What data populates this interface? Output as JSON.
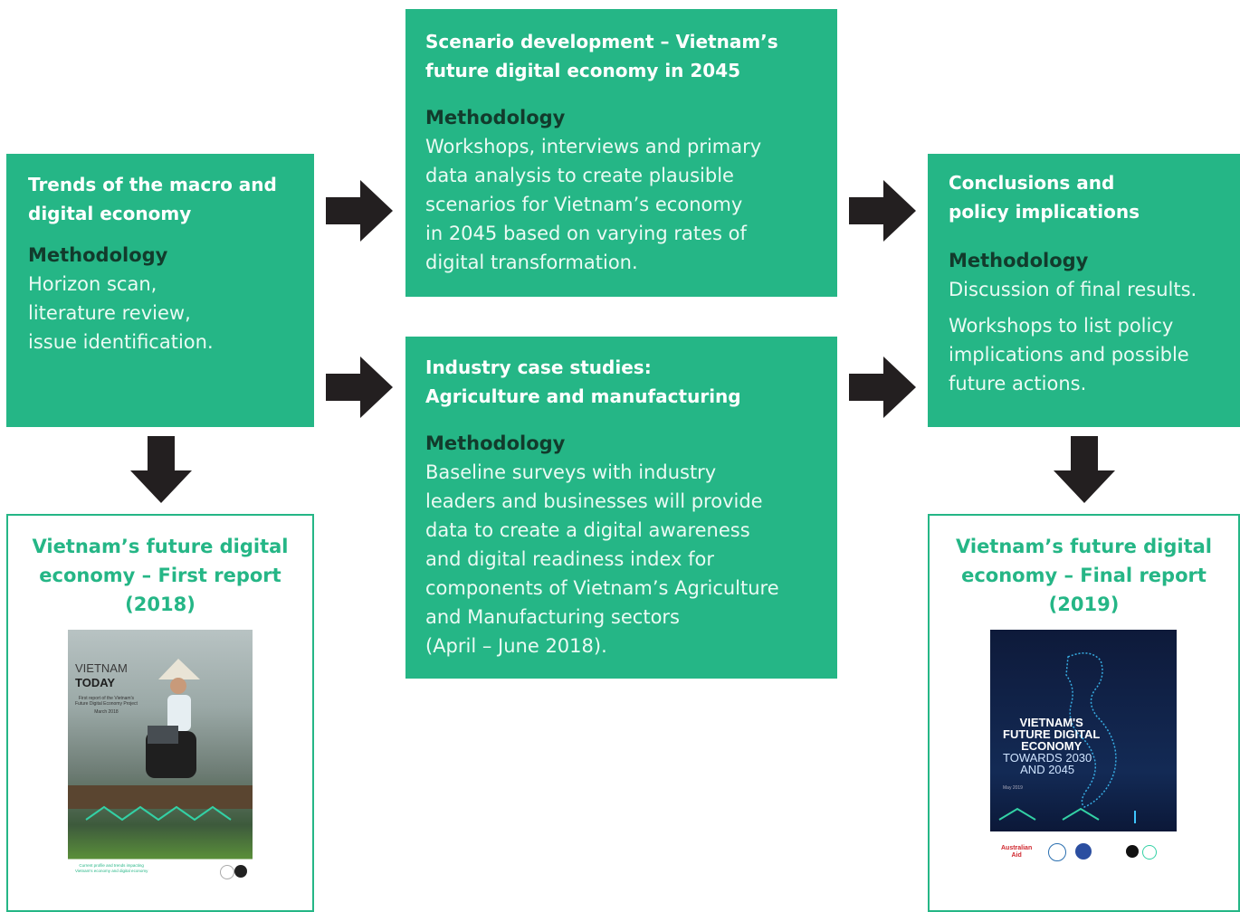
{
  "boxes": {
    "trends": {
      "title": [
        "Trends of the macro and",
        "digital economy"
      ],
      "methodology_label": "Methodology",
      "body": [
        "Horizon scan,",
        "literature review,",
        "issue identification."
      ]
    },
    "scenario": {
      "title": [
        "Scenario development – Vietnam’s",
        "future digital economy in 2045"
      ],
      "methodology_label": "Methodology",
      "body": [
        "Workshops, interviews and primary",
        "data analysis to create plausible",
        "scenarios for Vietnam’s economy",
        "in 2045 based on varying rates of",
        "digital transformation."
      ]
    },
    "industry": {
      "title": [
        "Industry case studies:",
        "Agriculture and manufacturing"
      ],
      "methodology_label": "Methodology",
      "body": [
        "Baseline surveys with industry",
        "leaders and businesses will provide",
        "data to create a digital awareness",
        "and digital readiness index for",
        "components of Vietnam’s Agriculture",
        "and Manufacturing sectors",
        "(April – June 2018)."
      ]
    },
    "conclusions": {
      "title": [
        "Conclusions and",
        "policy implications"
      ],
      "methodology_label": "Methodology",
      "body_p1": [
        "Discussion of final results."
      ],
      "body_p2": [
        "Workshops to list policy",
        "implications and possible",
        "future actions."
      ]
    }
  },
  "reports": {
    "first": {
      "title": [
        "Vietnam’s future digital",
        "economy – First report",
        "(2018)"
      ],
      "cover": {
        "line1": "VIETNAM",
        "line2": "TODAY",
        "subtitle": [
          "First report of the Vietnam's",
          "Future Digital Economy Project"
        ],
        "date": "March 2018",
        "footer": [
          "Current profile and trends impacting",
          "Vietnam's economy and digital economy"
        ]
      }
    },
    "final": {
      "title": [
        "Vietnam’s future digital",
        "economy – Final report",
        "(2019)"
      ],
      "cover": {
        "lines_bold": [
          "VIETNAM'S",
          "FUTURE DIGITAL",
          "ECONOMY"
        ],
        "lines_light": [
          "TOWARDS 2030",
          "AND 2045"
        ],
        "date": "May 2019",
        "partner_label": "Australian",
        "partner_label2": "Aid"
      }
    }
  },
  "colors": {
    "box_green": "#25b686",
    "arrow": "#231f20",
    "report_title": "#25b686"
  }
}
